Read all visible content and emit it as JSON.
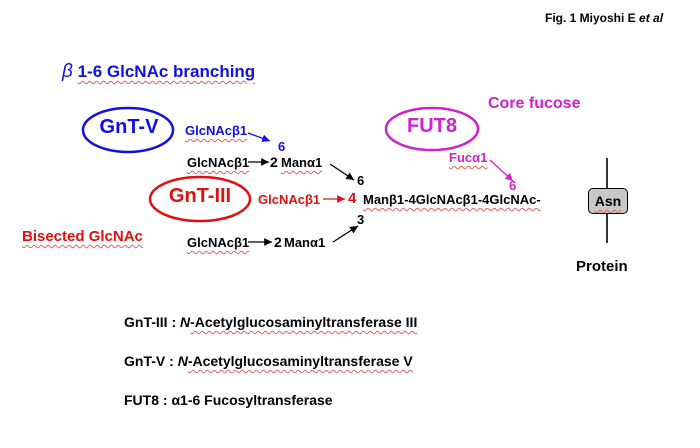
{
  "figure_label": "Fig. 1 Miyoshi E et al",
  "figure_label_main": "Fig. 1 Miyoshi E ",
  "figure_label_italic": "et al",
  "branching": {
    "beta": "β",
    "text": "1-6 GlcNAc branching"
  },
  "core_fucose": "Core fucose",
  "bisected": "Bisected GlcNAc",
  "enzymes": {
    "gntv": "GnT-V",
    "gntiii": "GnT-III",
    "fut8": "FUT8"
  },
  "glycan": {
    "gntv_glcnac": "GlcNAcβ1",
    "pos6_upper": "6",
    "upper_glcnac": "GlcNAcβ1",
    "upper_pos2": "2",
    "upper_man": "Manα1",
    "pos6_mid": "6",
    "gntiii_glcnac": "GlcNAcβ1",
    "pos4": "4",
    "core_chain": "Manβ1-4GlcNAcβ1-4GlcNAc-",
    "pos3": "3",
    "lower_glcnac": "GlcNAcβ1",
    "lower_pos2": "2",
    "lower_man": "Manα1",
    "fuc": "Fucα1",
    "fuc_pos6": "6",
    "asn": "Asn"
  },
  "protein": "Protein",
  "definitions": [
    {
      "abbr": "GnT-III",
      "sep": " : ",
      "italic": "N",
      "rest": "-Acetylglucosaminyltransferase III"
    },
    {
      "abbr": "GnT-V",
      "sep": " : ",
      "italic": "N",
      "rest": "-Acetylglucosaminyltransferase V"
    },
    {
      "abbr": "FUT8",
      "sep": " : ",
      "italic": "",
      "rest": "α1-6 Fucosyltransferase"
    }
  ],
  "colors": {
    "blue": "#1010e0",
    "red": "#e01010",
    "magenta": "#d020d0",
    "black": "#000000",
    "asn_fill": "#c8c8c8"
  }
}
